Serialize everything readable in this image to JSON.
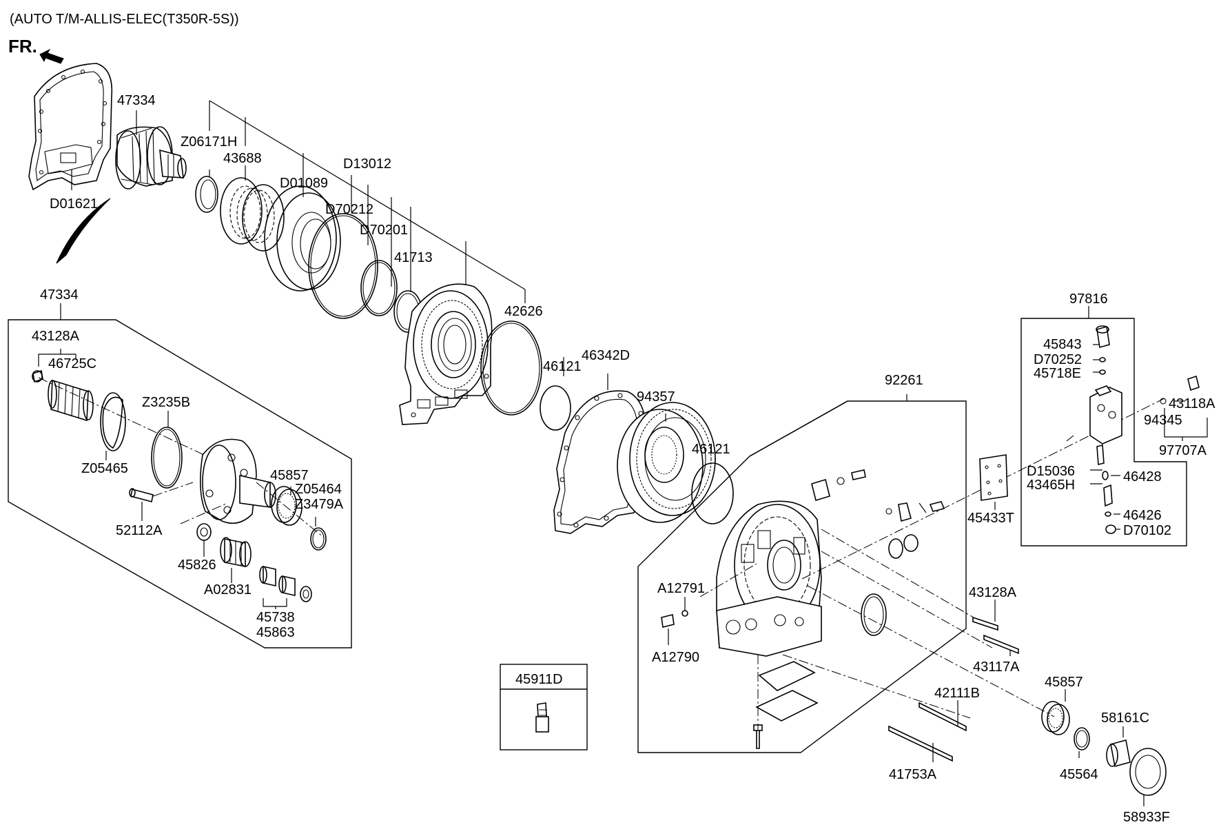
{
  "title": "(AUTO T/M-ALLIS-ELEC(T350R-5S))",
  "front_label": "FR.",
  "labels": {
    "p47334_top": "47334",
    "pD01621": "D01621",
    "pZ06171H": "Z06171H",
    "p43688": "43688",
    "pD01089": "D01089",
    "pD13012": "D13012",
    "pD70212": "D70212",
    "pD70201": "D70201",
    "p41713": "41713",
    "p42626": "42626",
    "p46121_a": "46121",
    "p46342D": "46342D",
    "p94357": "94357",
    "p46121_b": "46121",
    "p47334_box": "47334",
    "p43128A_box": "43128A",
    "p46725C": "46725C",
    "pZ3235B": "Z3235B",
    "pZ05465": "Z05465",
    "p45857_box": "45857",
    "pZ05464": "Z05464",
    "pZ3479A": "Z3479A",
    "p52112A": "52112A",
    "p45826": "45826",
    "pA02831": "A02831",
    "p45738": "45738",
    "p45863": "45863",
    "p92261": "92261",
    "pA12791": "A12791",
    "pA12790": "A12790",
    "p43128A": "43128A",
    "p43117A": "43117A",
    "p42111B": "42111B",
    "p41753A": "41753A",
    "p45857": "45857",
    "p58161C": "58161C",
    "p45564": "45564",
    "p58933F": "58933F",
    "p45911D": "45911D",
    "p97816": "97816",
    "p45843": "45843",
    "pD70252": "D70252",
    "p45718E": "45718E",
    "p43118A": "43118A",
    "p94345": "94345",
    "p97707A": "97707A",
    "pD15036": "D15036",
    "p46428": "46428",
    "p43465H": "43465H",
    "p46426": "46426",
    "pD70102": "D70102",
    "p45433T": "45433T"
  }
}
